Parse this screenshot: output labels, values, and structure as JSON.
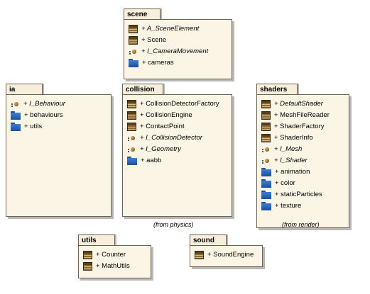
{
  "packages": {
    "scene": {
      "name": "scene",
      "items": [
        {
          "icon": "class-icon",
          "text": "+ A_SceneElement",
          "italic": true
        },
        {
          "icon": "class-icon",
          "text": "+ Scene",
          "italic": false
        },
        {
          "icon": "interface-icon",
          "text": "+ I_CameraMovement",
          "italic": true
        },
        {
          "icon": "folder-icon",
          "text": "+ cameras",
          "italic": false
        }
      ]
    },
    "ia": {
      "name": "ia",
      "items": [
        {
          "icon": "interface-icon",
          "text": "+ I_Behaviour",
          "italic": true
        },
        {
          "icon": "folder-icon",
          "text": "+ behaviours",
          "italic": false
        },
        {
          "icon": "folder-icon",
          "text": "+ utils",
          "italic": false
        }
      ]
    },
    "collision": {
      "name": "collision",
      "caption": "(from physics)",
      "items": [
        {
          "icon": "class-icon",
          "text": "+ CollisionDetectorFactory",
          "italic": false
        },
        {
          "icon": "class-icon",
          "text": "+ CollisionEngine",
          "italic": false
        },
        {
          "icon": "class-icon",
          "text": "+ ContactPoint",
          "italic": false
        },
        {
          "icon": "interface-icon",
          "text": "+ I_CollisionDetector",
          "italic": true
        },
        {
          "icon": "interface-icon",
          "text": "+ I_Geometry",
          "italic": true
        },
        {
          "icon": "folder-icon",
          "text": "+ aabb",
          "italic": false
        }
      ]
    },
    "shaders": {
      "name": "shaders",
      "caption": "(from render)",
      "items": [
        {
          "icon": "class-icon",
          "text": "+ DefaultShader",
          "italic": true
        },
        {
          "icon": "class-icon",
          "text": "+ MeshFileReader",
          "italic": false
        },
        {
          "icon": "class-icon",
          "text": "+ ShaderFactory",
          "italic": false
        },
        {
          "icon": "class-icon",
          "text": "+ ShaderInfo",
          "italic": false
        },
        {
          "icon": "interface-icon",
          "text": "+ I_Mesh",
          "italic": true
        },
        {
          "icon": "interface-icon",
          "text": "+ I_Shader",
          "italic": true
        },
        {
          "icon": "folder-icon",
          "text": "+ animation",
          "italic": false
        },
        {
          "icon": "folder-icon",
          "text": "+ color",
          "italic": false
        },
        {
          "icon": "folder-icon",
          "text": "+ staticParticles",
          "italic": false
        },
        {
          "icon": "folder-icon",
          "text": "+ texture",
          "italic": false
        }
      ]
    },
    "utils": {
      "name": "utils",
      "items": [
        {
          "icon": "class-icon",
          "text": "+ Counter",
          "italic": false
        },
        {
          "icon": "class-icon",
          "text": "+ MathUtils",
          "italic": false
        }
      ]
    },
    "sound": {
      "name": "sound",
      "items": [
        {
          "icon": "class-icon",
          "text": "+ SoundEngine",
          "italic": false
        }
      ]
    }
  }
}
